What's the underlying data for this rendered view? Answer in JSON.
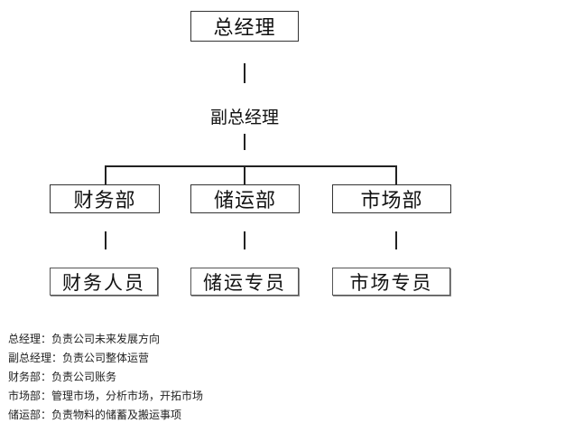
{
  "org": {
    "top": "总经理",
    "deputy": "副总经理",
    "departments": [
      {
        "name": "财务部",
        "staff": "财务人员"
      },
      {
        "name": "储运部",
        "staff": "储运专员"
      },
      {
        "name": "市场部",
        "staff": "市场专员"
      }
    ]
  },
  "notes": [
    "总经理：负责公司未来发展方向",
    "副总经理：负责公司整体运营",
    "财务部：负责公司账务",
    "市场部：管理市场，分析市场，开拓市场",
    "储运部：负责物料的储蓄及搬运事项"
  ]
}
